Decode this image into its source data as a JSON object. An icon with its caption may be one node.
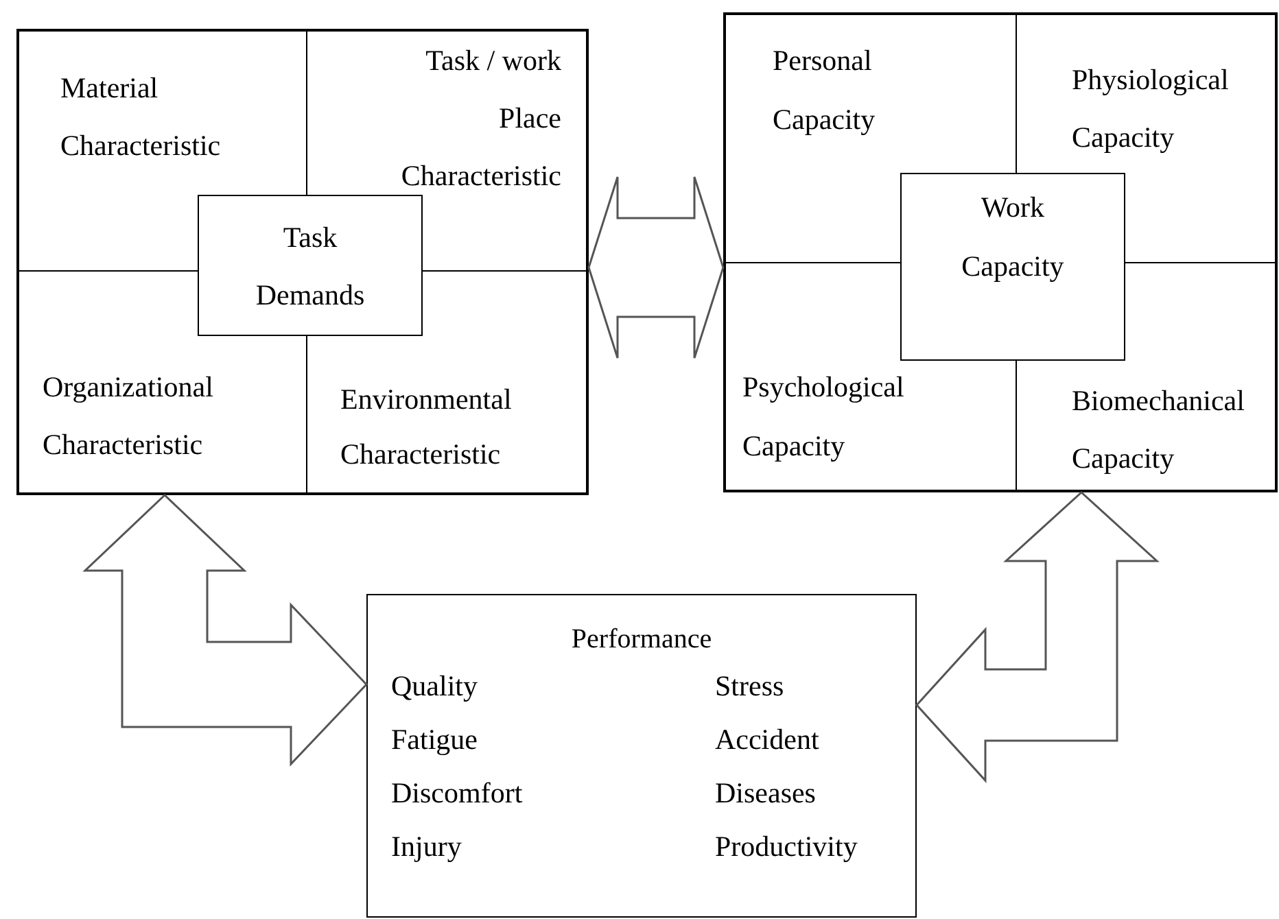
{
  "diagram": {
    "nodes": [
      {
        "text": [],
        "shape": "box"
      },
      {
        "text": [
          "Material Characteristic"
        ],
        "in": 0
      },
      {
        "text": [
          "Task / work Place Characteristic"
        ],
        "in": 0
      },
      {
        "text": [
          "Organizational Characteristic"
        ],
        "in": 0
      },
      {
        "text": [
          "Environmental Characteristic"
        ],
        "in": 0
      },
      {
        "text": [
          "Task Demands"
        ],
        "in": 0
      },
      {
        "text": [],
        "shape": "box"
      },
      {
        "text": [
          "Personal Capacity"
        ],
        "in": 6
      },
      {
        "text": [
          "Physiological Capacity"
        ],
        "in": 6
      },
      {
        "text": [
          "Psychological Capacity"
        ],
        "in": 6
      },
      {
        "text": [
          "Biomechanical Capacity"
        ],
        "in": 6
      },
      {
        "text": [
          "Work Capacity"
        ],
        "in": 6
      },
      {
        "text": [
          "Performance",
          "Quality",
          "Fatigue",
          "Discomfort",
          "Injury",
          "Stress",
          "Accident",
          "Diseases",
          "Productivity"
        ]
      }
    ],
    "edges": [
      {
        "from": 0,
        "to": 6,
        "arrow": "both"
      },
      {
        "from": 0,
        "to": 12,
        "arrow": "both"
      },
      {
        "from": 6,
        "to": 12,
        "arrow": "both"
      }
    ]
  }
}
